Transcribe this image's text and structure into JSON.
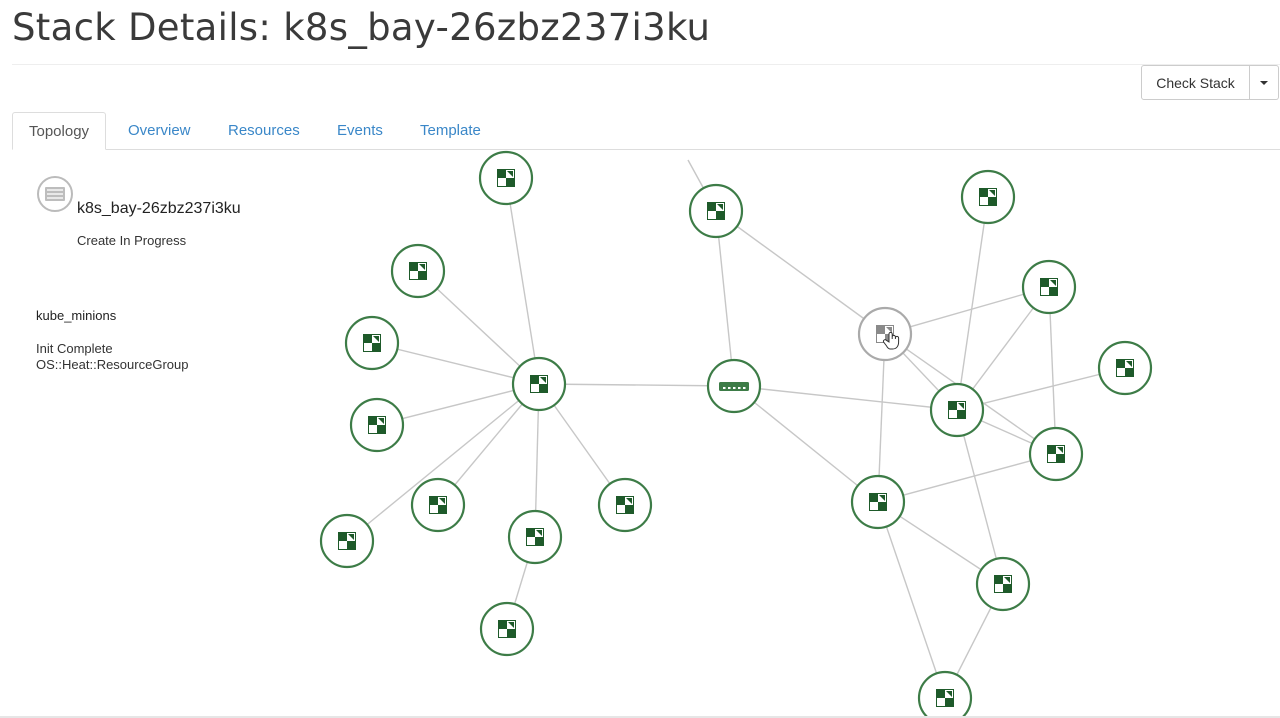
{
  "page": {
    "title": "Stack Details: k8s_bay-26zbz237i3ku"
  },
  "actions": {
    "check_stack_label": "Check Stack",
    "dropdown_icon": "caret-down-icon"
  },
  "tabs": [
    {
      "label": "Topology",
      "active": true
    },
    {
      "label": "Overview",
      "active": false
    },
    {
      "label": "Resources",
      "active": false
    },
    {
      "label": "Events",
      "active": false
    },
    {
      "label": "Template",
      "active": false
    }
  ],
  "info": {
    "stack_name": "k8s_bay-26zbz237i3ku",
    "stack_status": "Create In Progress",
    "stack_icon": "stack-server-icon",
    "resource_name": "kube_minions",
    "resource_status": "Init Complete",
    "resource_type": "OS::Heat::ResourceGroup"
  },
  "topology": {
    "colors": {
      "complete": "#3d7c47",
      "in_progress": "#aaaaaa",
      "edge": "#c7c7c7",
      "node_fill": "#ffffff"
    },
    "node_icons": {
      "resource": "resource-cube-icon",
      "network": "router-icon",
      "stack": "stack-server-icon",
      "cursor": "hand-cursor-icon"
    }
  }
}
